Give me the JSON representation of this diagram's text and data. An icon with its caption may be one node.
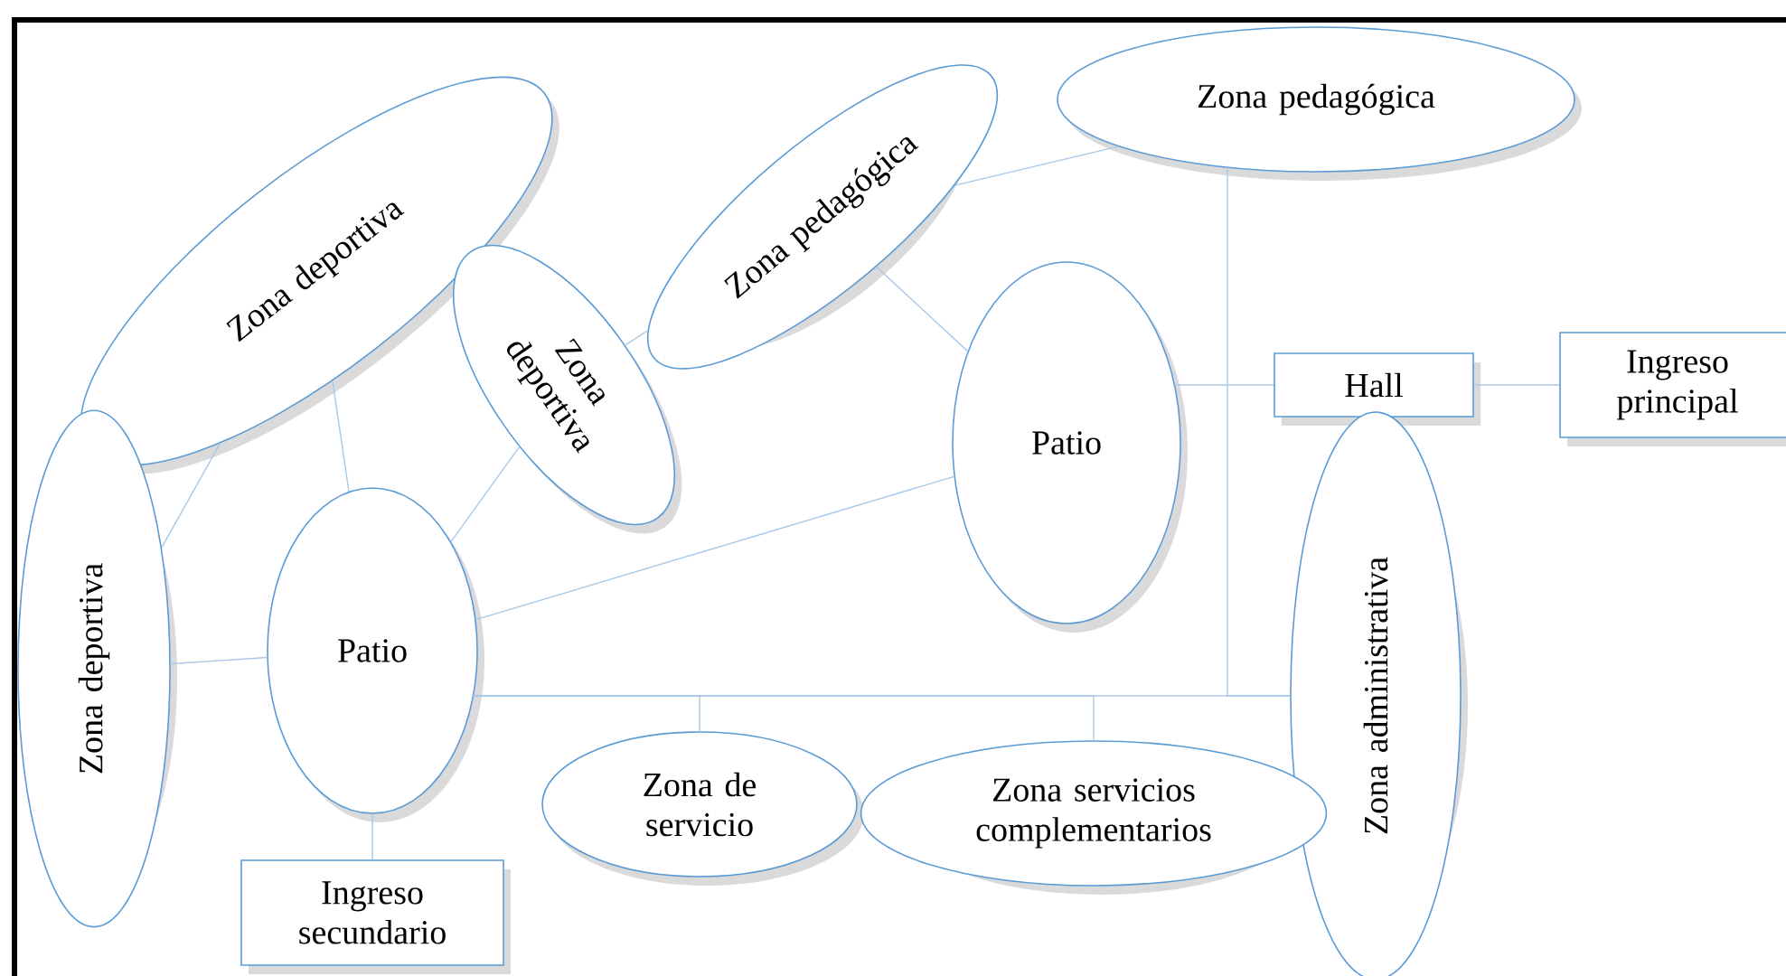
{
  "diagram": {
    "nodes": [
      {
        "text": [
          "Zona deportiva"
        ]
      },
      {
        "text": [
          "Zona deportiva"
        ]
      },
      {
        "text": [
          "Zona pedagógica"
        ]
      },
      {
        "text": [
          "Zona pedagógica"
        ]
      },
      {
        "text": [
          "Patio"
        ]
      },
      {
        "text": [
          "Hall"
        ]
      },
      {
        "text": [
          "Ingreso principal"
        ]
      },
      {
        "text": [
          "Zona deportiva"
        ]
      },
      {
        "text": [
          "Patio"
        ]
      },
      {
        "text": [
          "Zona administrativa"
        ]
      },
      {
        "text": [
          "Zona de servicio"
        ]
      },
      {
        "text": [
          "Zona servicios complementarios"
        ]
      },
      {
        "text": [
          "Ingreso secundario"
        ]
      }
    ],
    "edges": [
      {
        "from": 7,
        "to": 0,
        "arrow": "none"
      },
      {
        "from": 0,
        "to": 8,
        "arrow": "none"
      },
      {
        "from": 8,
        "to": 1,
        "arrow": "none"
      },
      {
        "from": 1,
        "to": 2,
        "arrow": "none"
      },
      {
        "from": 2,
        "to": 3,
        "arrow": "none"
      },
      {
        "from": 2,
        "to": 4,
        "arrow": "none"
      },
      {
        "from": 8,
        "to": 4,
        "arrow": "none"
      },
      {
        "from": 7,
        "to": 8,
        "arrow": "none"
      },
      {
        "from": 8,
        "to": 12,
        "arrow": "none"
      },
      {
        "from": 8,
        "to": 9,
        "arrow": "none"
      },
      {
        "from": 8,
        "to": 10,
        "arrow": "none"
      },
      {
        "from": 8,
        "to": 11,
        "arrow": "none"
      },
      {
        "from": 3,
        "to": 9,
        "arrow": "none"
      },
      {
        "from": 4,
        "to": 5,
        "arrow": "none"
      },
      {
        "from": 5,
        "to": 6,
        "arrow": "none"
      }
    ]
  }
}
